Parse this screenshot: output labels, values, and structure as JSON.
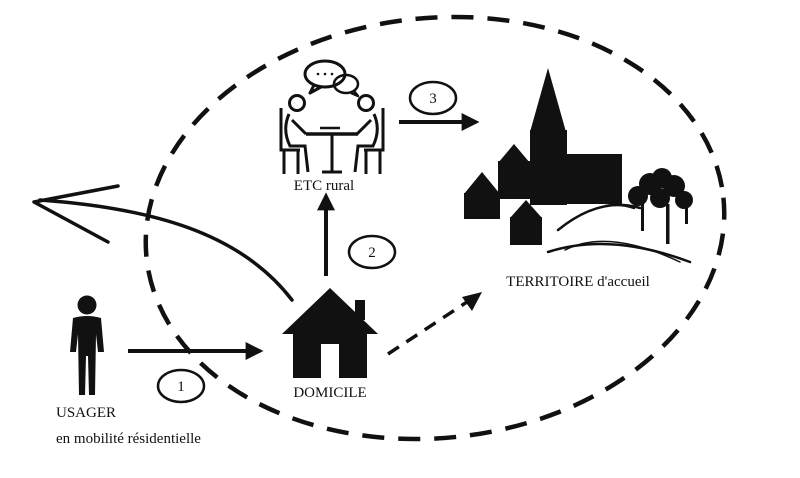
{
  "labels": {
    "usager": "USAGER",
    "usager_sub": "en mobilité résidentielle",
    "domicile": "DOMICILE",
    "etc": "ETC rural",
    "territoire": "TERRITOIRE d'accueil"
  },
  "steps": [
    "1",
    "2",
    "3"
  ],
  "colors": {
    "ink": "#111111",
    "background": "#ffffff"
  }
}
